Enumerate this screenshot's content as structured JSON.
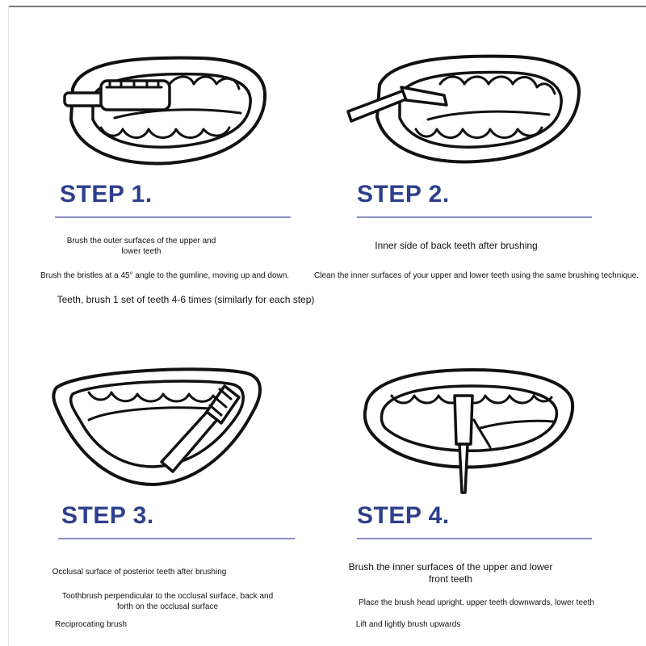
{
  "colors": {
    "step_title": "#2d3f8c",
    "step_rule": "#8c8fc4",
    "ink": "#111111"
  },
  "steps": [
    {
      "title": "STEP 1.",
      "illustration": "mouth-open-toothbrush-outer-surface-icon",
      "lines": [
        "Brush the outer surfaces of the upper and lower teeth",
        "Brush the bristles at a 45° angle to the gumline, moving up and down.",
        "Teeth, brush 1 set of teeth 4-6 times (similarly for each step)"
      ]
    },
    {
      "title": "STEP 2.",
      "illustration": "mouth-open-toothbrush-inner-surface-icon",
      "lines": [
        "Inner side of back teeth after brushing",
        "Clean the inner surfaces of your upper and lower teeth using the same brushing technique."
      ]
    },
    {
      "title": "STEP 3.",
      "illustration": "mouth-open-toothbrush-occlusal-surface-icon",
      "lines": [
        "Occlusal surface of posterior teeth after brushing",
        "Toothbrush perpendicular to the occlusal surface, back and forth on the occlusal surface",
        "Reciprocating brush"
      ]
    },
    {
      "title": "STEP 4.",
      "illustration": "mouth-open-toothbrush-front-teeth-icon",
      "lines": [
        "Brush the inner surfaces of the upper and lower front teeth",
        "Place the brush head upright, upper teeth downwards, lower teeth",
        "Lift and lightly brush upwards"
      ]
    }
  ]
}
